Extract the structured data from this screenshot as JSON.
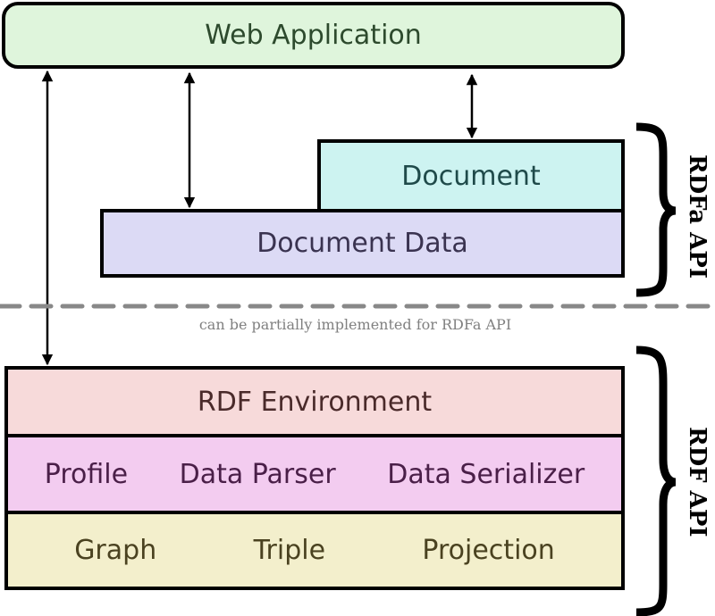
{
  "web_application": {
    "label": "Web Application",
    "fill": "#dff5dc"
  },
  "rdfa_layer": {
    "document": {
      "label": "Document",
      "fill": "#cdf3f1"
    },
    "document_data": {
      "label": "Document Data",
      "fill": "#dcdaf5"
    },
    "group_label": "RDFa API"
  },
  "separator_caption": "can be partially implemented for RDFa API",
  "rdf_layer": {
    "environment": {
      "label": "RDF Environment",
      "fill": "#f7dada"
    },
    "middle_row": {
      "items": [
        "Profile",
        "Data Parser",
        "Data Serializer"
      ],
      "fill": "#f3ccf0"
    },
    "bottom_row": {
      "items": [
        "Graph",
        "Triple",
        "Projection"
      ],
      "fill": "#f3efcc"
    },
    "group_label": "RDF API"
  }
}
